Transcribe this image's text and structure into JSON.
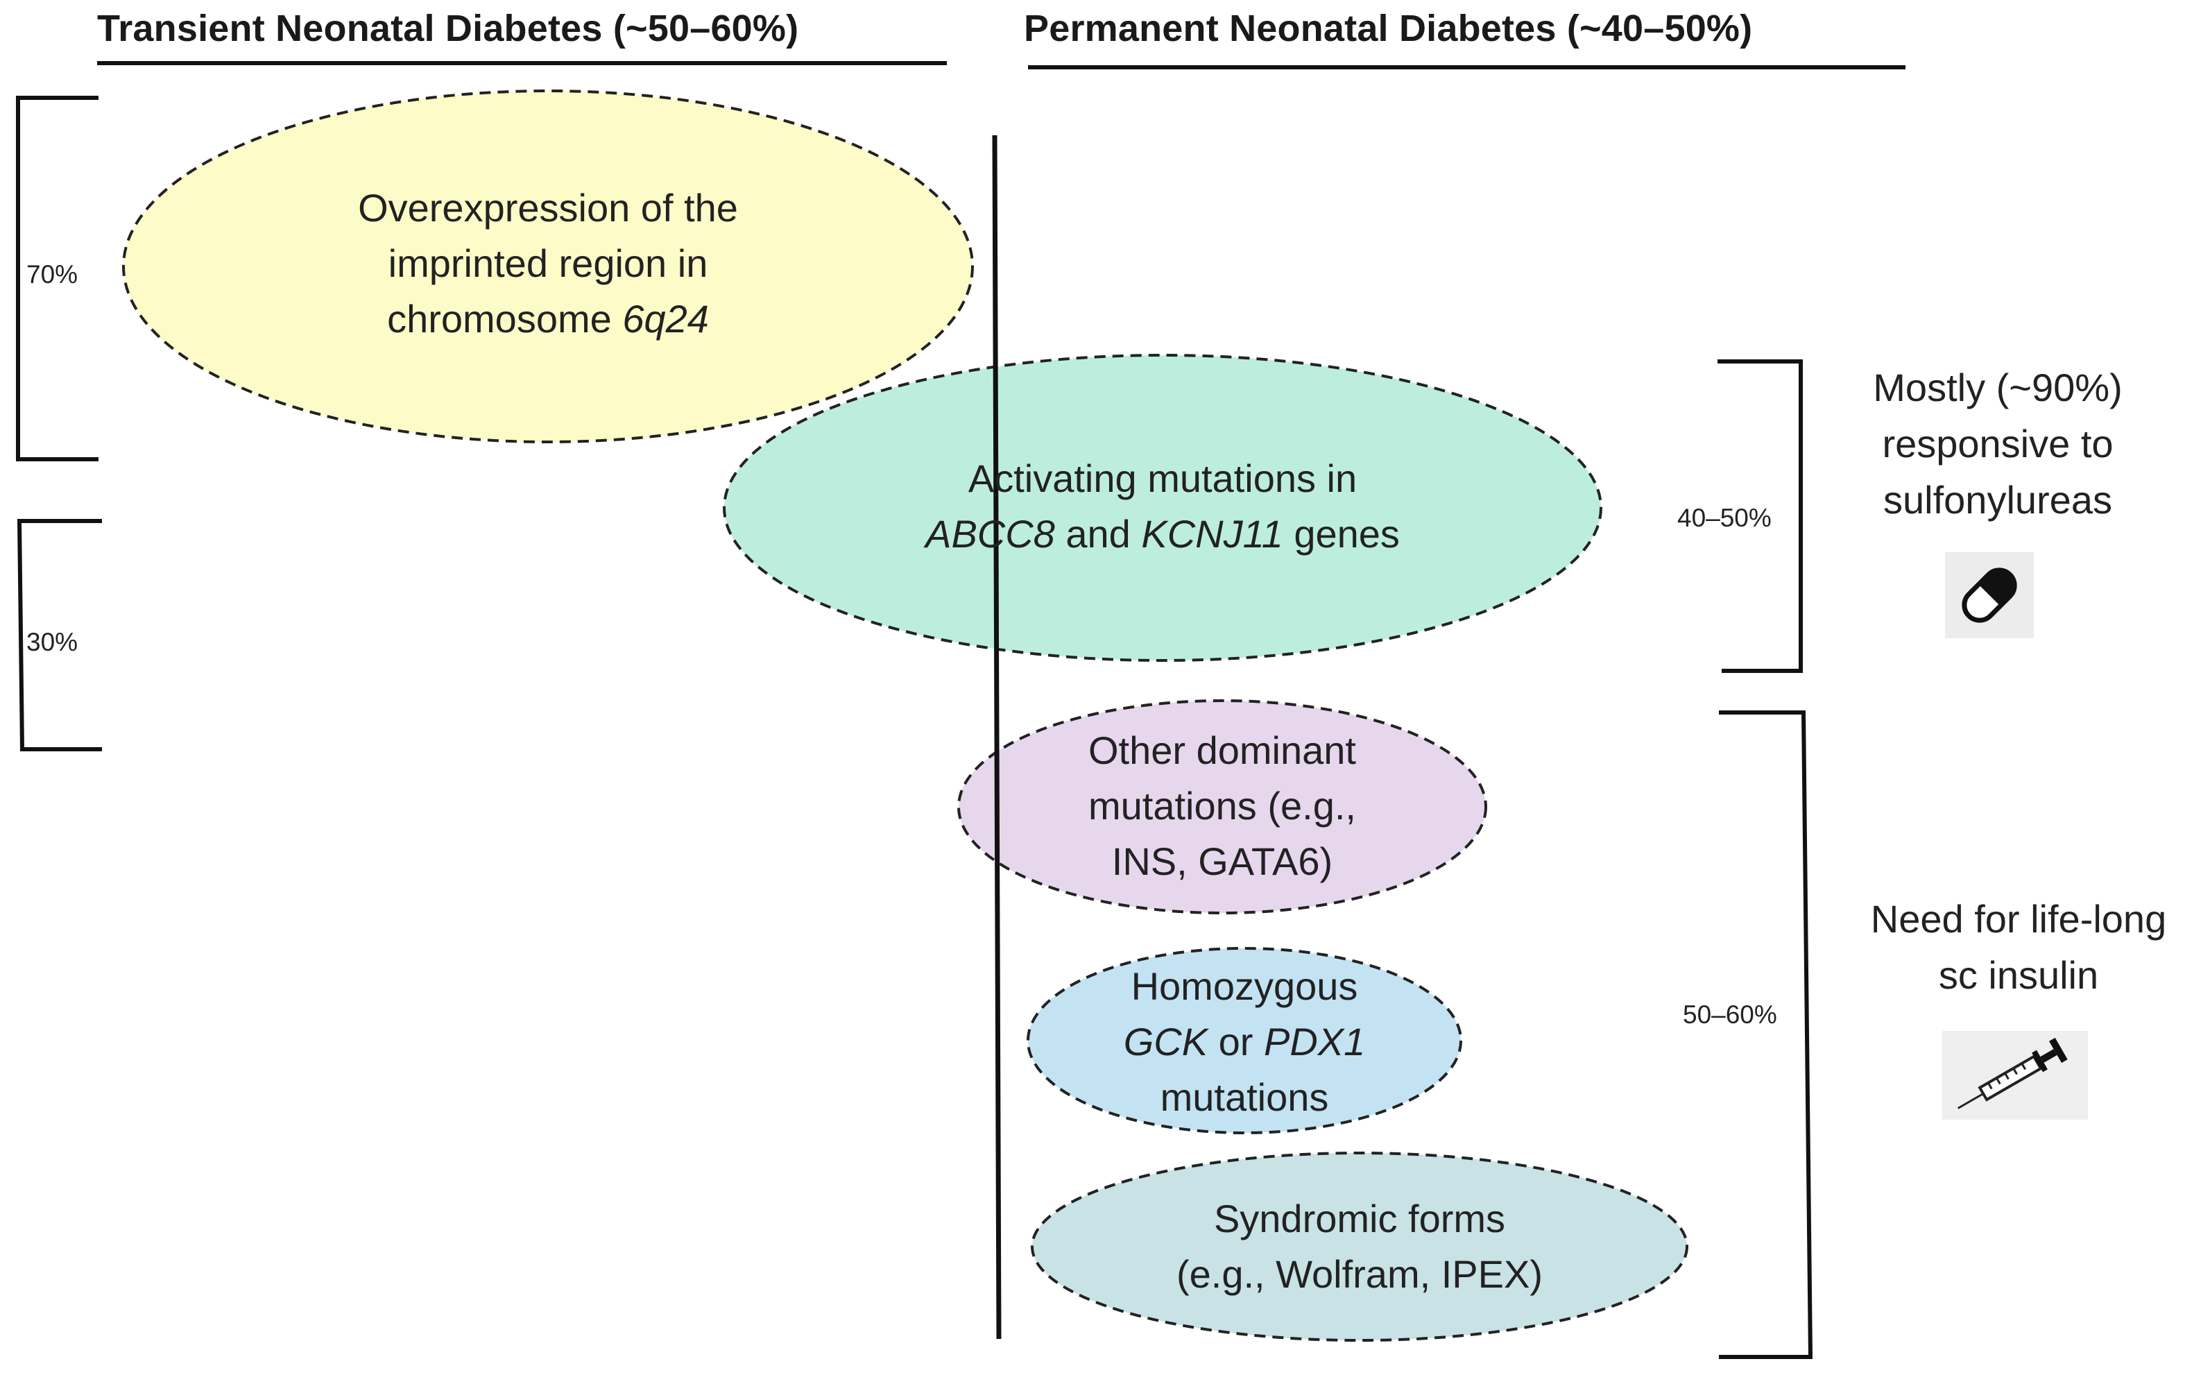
{
  "headers": {
    "transient": "Transient Neonatal Diabetes (~50–60%)",
    "permanent": "Permanent Neonatal Diabetes (~40–50%)"
  },
  "ellipses": {
    "chr6q24": {
      "line1": "Overexpression of the",
      "line2": "imprinted region in",
      "line3_prefix": "chromosome ",
      "line3_italic": "6q24",
      "fill": "#fdfbc8"
    },
    "katp": {
      "line1": "Activating mutations in",
      "gene1": "ABCC8",
      "and": " and ",
      "gene2": "KCNJ11",
      "suffix": " genes",
      "fill": "#bdeedd"
    },
    "dominant": {
      "line1": "Other dominant",
      "line2": "mutations (e.g.,",
      "line3": "INS, GATA6)",
      "fill": "#e6d7ec"
    },
    "homozygous": {
      "line1": "Homozygous",
      "gene1": "GCK",
      "or": " or ",
      "gene2": "PDX1",
      "line3": "mutations",
      "fill": "#c3e3f3"
    },
    "syndromic": {
      "line1": "Syndromic forms",
      "line2": "(e.g., Wolfram, IPEX)",
      "fill": "#c8e2e6"
    }
  },
  "percentages": {
    "left_top": "70%",
    "left_bottom": "30%",
    "right_top": "40–50%",
    "right_bottom": "50–60%"
  },
  "outcomes": {
    "sulfonylureas": {
      "line1": "Mostly (~90%)",
      "line2": "responsive to",
      "line3": "sulfonylureas",
      "icon": "pill-icon"
    },
    "insulin": {
      "line1": "Need for life-long",
      "line2": "sc insulin",
      "icon": "syringe-icon"
    }
  }
}
